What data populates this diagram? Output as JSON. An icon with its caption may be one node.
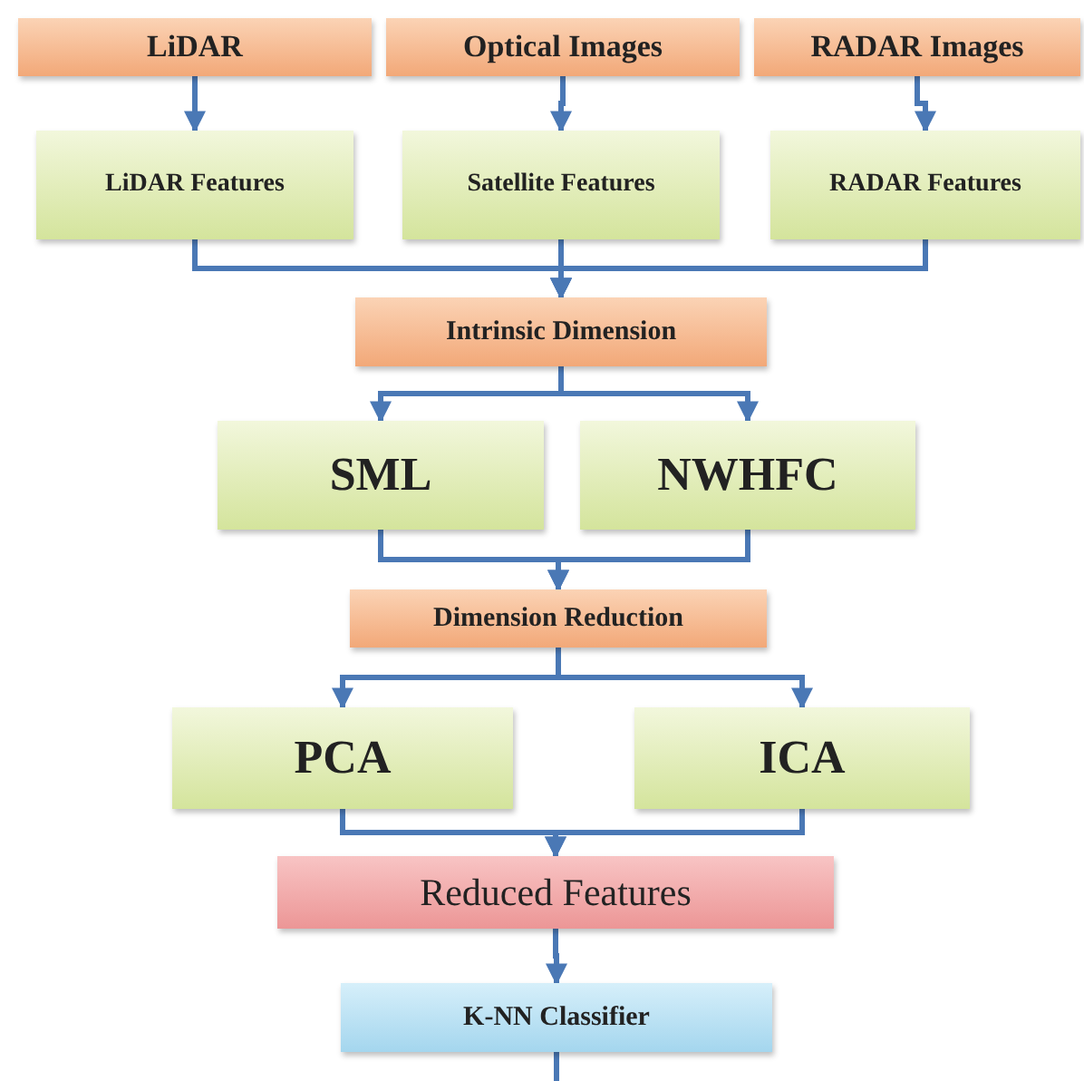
{
  "diagram": {
    "nodes": [
      {
        "text": [
          "LiDAR"
        ]
      },
      {
        "text": [
          "Optical Images"
        ]
      },
      {
        "text": [
          "RADAR Images"
        ]
      },
      {
        "text": [
          "LiDAR Features"
        ]
      },
      {
        "text": [
          "Satellite Features"
        ]
      },
      {
        "text": [
          "RADAR Features"
        ]
      },
      {
        "text": [
          "Intrinsic Dimension"
        ]
      },
      {
        "text": [
          "SML"
        ]
      },
      {
        "text": [
          "NWHFC"
        ]
      },
      {
        "text": [
          "Dimension Reduction"
        ]
      },
      {
        "text": [
          "PCA"
        ]
      },
      {
        "text": [
          "ICA"
        ]
      },
      {
        "text": [
          "Reduced Features"
        ]
      },
      {
        "text": [
          "K-NN Classifier"
        ]
      }
    ],
    "edges": [
      {
        "from": 0,
        "to": 3,
        "arrow": "to"
      },
      {
        "from": 1,
        "to": 4,
        "arrow": "to"
      },
      {
        "from": 2,
        "to": 5,
        "arrow": "to"
      },
      {
        "from": 3,
        "to": 6,
        "arrow": "to"
      },
      {
        "from": 4,
        "to": 6,
        "arrow": "to"
      },
      {
        "from": 5,
        "to": 6,
        "arrow": "to"
      },
      {
        "from": 6,
        "to": 7,
        "arrow": "to"
      },
      {
        "from": 6,
        "to": 8,
        "arrow": "to"
      },
      {
        "from": 7,
        "to": 9,
        "arrow": "to"
      },
      {
        "from": 8,
        "to": 9,
        "arrow": "to"
      },
      {
        "from": 9,
        "to": 10,
        "arrow": "to"
      },
      {
        "from": 9,
        "to": 11,
        "arrow": "to"
      },
      {
        "from": 10,
        "to": 12,
        "arrow": "to"
      },
      {
        "from": 11,
        "to": 12,
        "arrow": "to"
      },
      {
        "from": 12,
        "to": 13,
        "arrow": "to"
      },
      {
        "from": 13,
        "to": null,
        "arrow": "none"
      }
    ]
  }
}
